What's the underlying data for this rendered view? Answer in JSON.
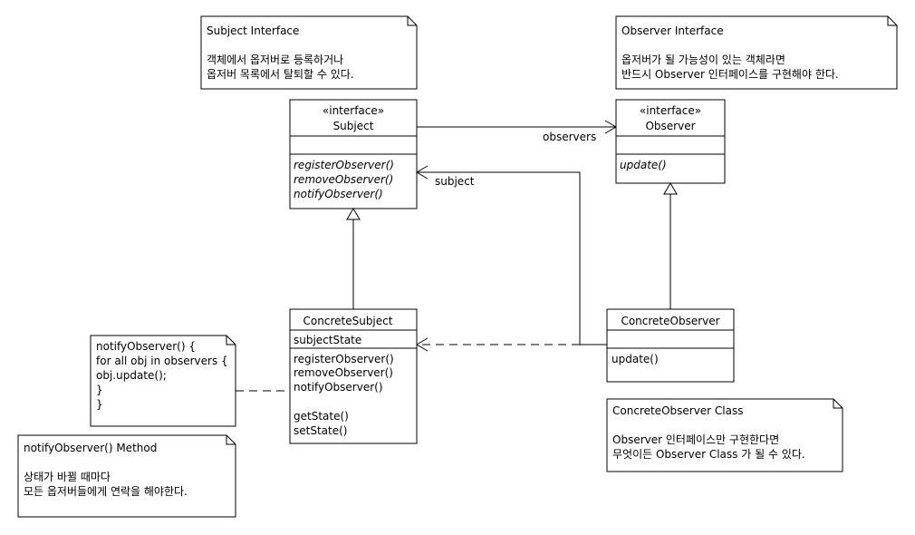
{
  "notes": {
    "subject_interface": {
      "title": "Subject Interface",
      "lines": [
        "객체에서 옵저버로 등록하거나",
        "옵저버 목록에서 탈퇴할 수 있다."
      ]
    },
    "observer_interface": {
      "title": "Observer Interface",
      "lines": [
        "옵저버가 될 가능성이 있는 객체라면",
        "반드시 Observer 인터페이스를 구현해야 한다."
      ]
    },
    "notify_code": {
      "lines": [
        "notifyObserver() {",
        "for all obj in observers {",
        "obj.update();",
        "}",
        "}"
      ]
    },
    "notify_method": {
      "title": "notifyObserver() Method",
      "lines": [
        "상태가 바뀔 때마다",
        "모든 옵저버들에게 연락을 해야한다."
      ]
    },
    "concrete_observer_class": {
      "title": "ConcreteObserver Class",
      "lines": [
        "Observer 인터페이스만 구현한다면",
        "무엇이든 Observer Class 가 될 수 있다."
      ]
    }
  },
  "classes": {
    "subject": {
      "stereotype": "«interface»",
      "name": "Subject",
      "methods": [
        "registerObserver()",
        "removeObserver()",
        "notifyObserver()"
      ]
    },
    "observer": {
      "stereotype": "«interface»",
      "name": "Observer",
      "methods": [
        "update()"
      ]
    },
    "concrete_subject": {
      "name": "ConcreteSubject",
      "attributes": [
        "subjectState"
      ],
      "methods": [
        "registerObserver()",
        "removeObserver()",
        "notifyObserver()",
        "",
        "getState()",
        "setState()"
      ]
    },
    "concrete_observer": {
      "name": "ConcreteObserver",
      "methods": [
        "update()"
      ]
    }
  },
  "associations": {
    "observers_label": "observers",
    "subject_label": "subject"
  }
}
